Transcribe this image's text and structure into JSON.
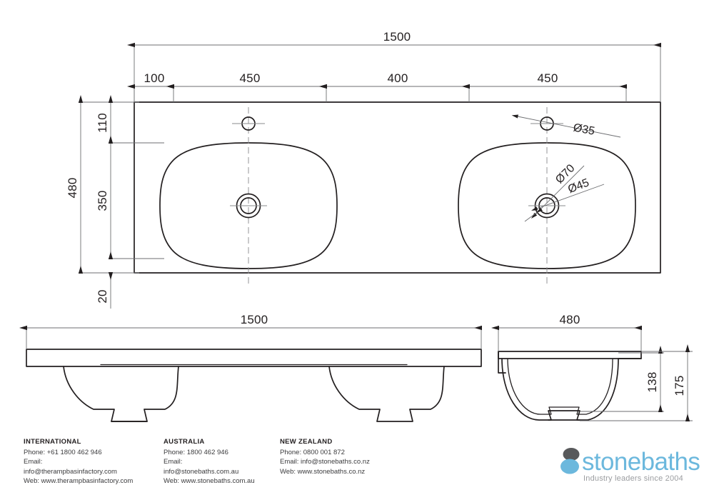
{
  "drawing": {
    "title": "Double basin vanity top technical drawing",
    "units": "mm",
    "plan": {
      "label": "plan-view",
      "overall_width": "1500",
      "overall_depth": "480",
      "chain_dimensions": [
        "100",
        "450",
        "400",
        "450"
      ],
      "depth_dimensions": [
        "110",
        "350",
        "20"
      ],
      "callouts": {
        "tap_hole": "Ø35",
        "waste_outer": "Ø70",
        "waste_inner": "Ø45"
      }
    },
    "front_view": {
      "label": "front-elevation",
      "width": "1500"
    },
    "side_view": {
      "label": "side-elevation",
      "width": "480",
      "bowl_depth": "138",
      "overall_depth": "175"
    }
  },
  "footer": {
    "contacts": [
      {
        "region": "INTERNATIONAL",
        "lines": [
          "Phone: +61 1800 462 946",
          "Email:",
          "info@therampbasinfactory.com",
          "Web: www.therampbasinfactory.com"
        ]
      },
      {
        "region": "AUSTRALIA",
        "lines": [
          "Phone: 1800 462 946",
          "Email:",
          "info@stonebaths.com.au",
          "Web: www.stonebaths.com.au"
        ]
      },
      {
        "region": "NEW ZEALAND",
        "lines": [
          "Phone: 0800 001 872",
          "Email: info@stonebaths.co.nz",
          "Web: www.stonebaths.co.nz"
        ]
      }
    ],
    "logo": {
      "wordmark": "stonebaths",
      "tagline": "Industry leaders since 2004",
      "brand_color": "#6cb8dd",
      "mark_color": "#58595b"
    }
  }
}
